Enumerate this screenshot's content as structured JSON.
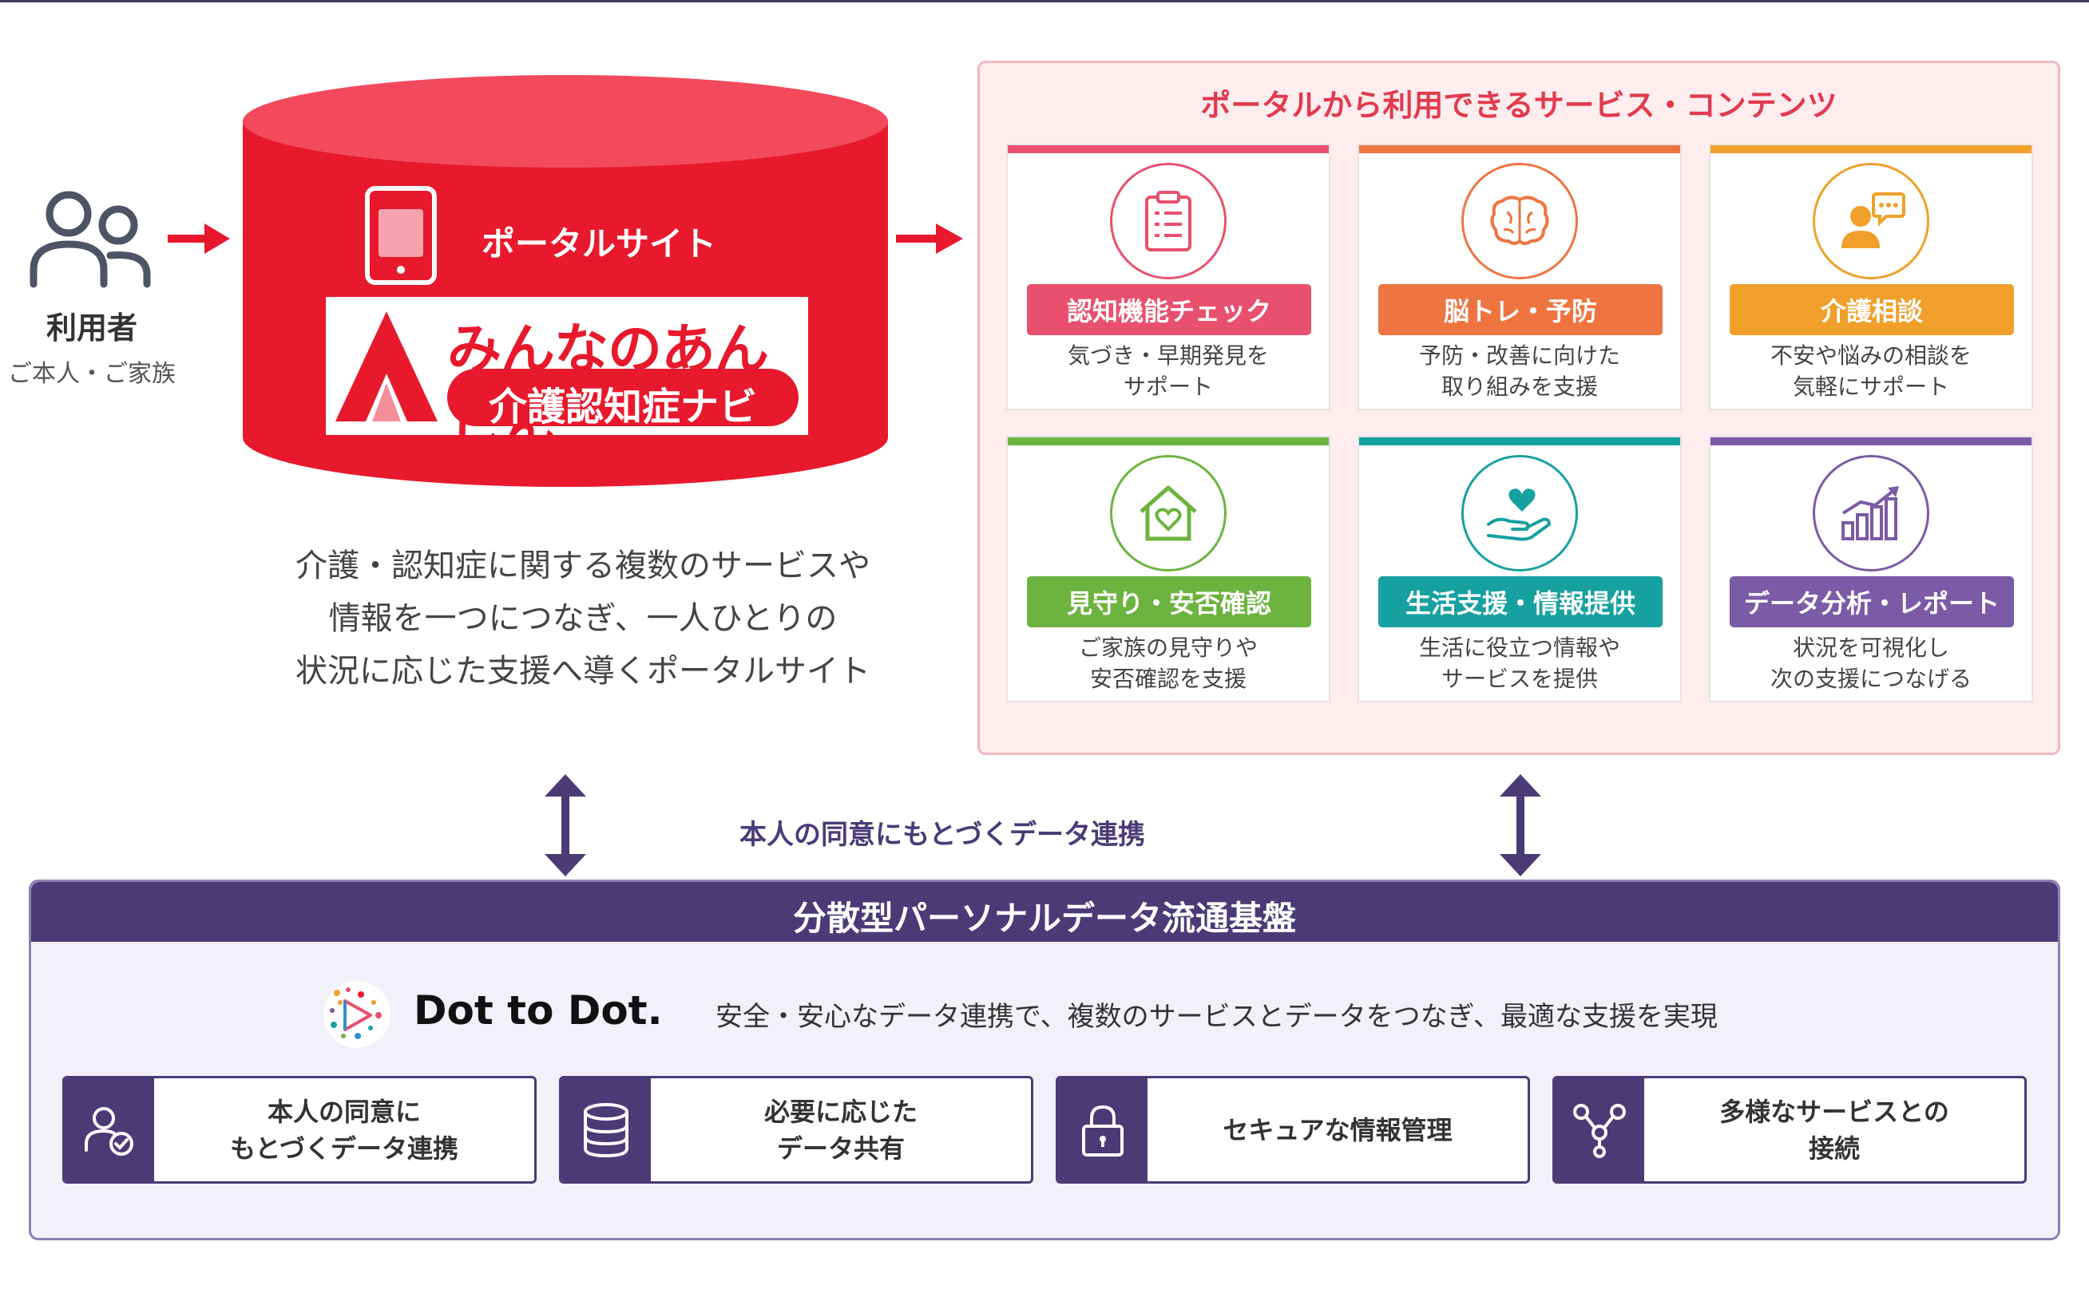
{
  "user": {
    "title": "利用者",
    "subtitle": "ご本人・ご家族",
    "icon": "users-icon"
  },
  "portal": {
    "label": "ポータルサイト",
    "logo_main": "みんなのあんしん",
    "logo_sub": "介護認知症ナビ",
    "description_lines": [
      "介護・認知症に関する複数のサービスや",
      "情報を一つにつなぎ、一人ひとりの",
      "状況に応じた支援へ導くポータルサイト"
    ],
    "color": "#e8192c"
  },
  "services": {
    "title": "ポータルから利用できるサービス・コンテンツ",
    "items": [
      {
        "label": "認知機能チェック",
        "desc1": "気づき・早期発見を",
        "desc2": "サポート",
        "color": "#e8506e",
        "icon": "clipboard-icon"
      },
      {
        "label": "脳トレ・予防",
        "desc1": "予防・改善に向けた",
        "desc2": "取り組みを支援",
        "color": "#ee7440",
        "icon": "brain-icon"
      },
      {
        "label": "介護相談",
        "desc1": "不安や悩みの相談を",
        "desc2": "気軽にサポート",
        "color": "#f0a02a",
        "icon": "consultation-icon"
      },
      {
        "label": "見守り・安否確認",
        "desc1": "ご家族の見守りや",
        "desc2": "安否確認を支援",
        "color": "#6db33f",
        "icon": "house-heart-icon"
      },
      {
        "label": "生活支援・情報提供",
        "desc1": "生活に役立つ情報や",
        "desc2": "サービスを提供",
        "color": "#17a0a0",
        "icon": "hand-heart-icon"
      },
      {
        "label": "データ分析・レポート",
        "desc1": "状況を可視化し",
        "desc2": "次の支援につなげる",
        "color": "#7b5aa6",
        "icon": "chart-icon"
      }
    ]
  },
  "flow": {
    "label": "本人の同意にもとづくデータ連携"
  },
  "platform": {
    "title": "分散型パーソナルデータ流通基盤",
    "brand": "Dot to Dot.",
    "description": "安全・安心なデータ連携で、複数のサービスとデータをつなぎ、最適な支援を実現",
    "color": "#4a3b77",
    "features": [
      {
        "line1": "本人の同意に",
        "line2": "もとづくデータ連携",
        "icon": "user-check-icon"
      },
      {
        "line1": "必要に応じた",
        "line2": "データ共有",
        "icon": "database-icon"
      },
      {
        "line1": "セキュアな情報管理",
        "line2": "",
        "icon": "lock-icon"
      },
      {
        "line1": "多様なサービスとの",
        "line2": "接続",
        "icon": "network-icon"
      }
    ]
  }
}
